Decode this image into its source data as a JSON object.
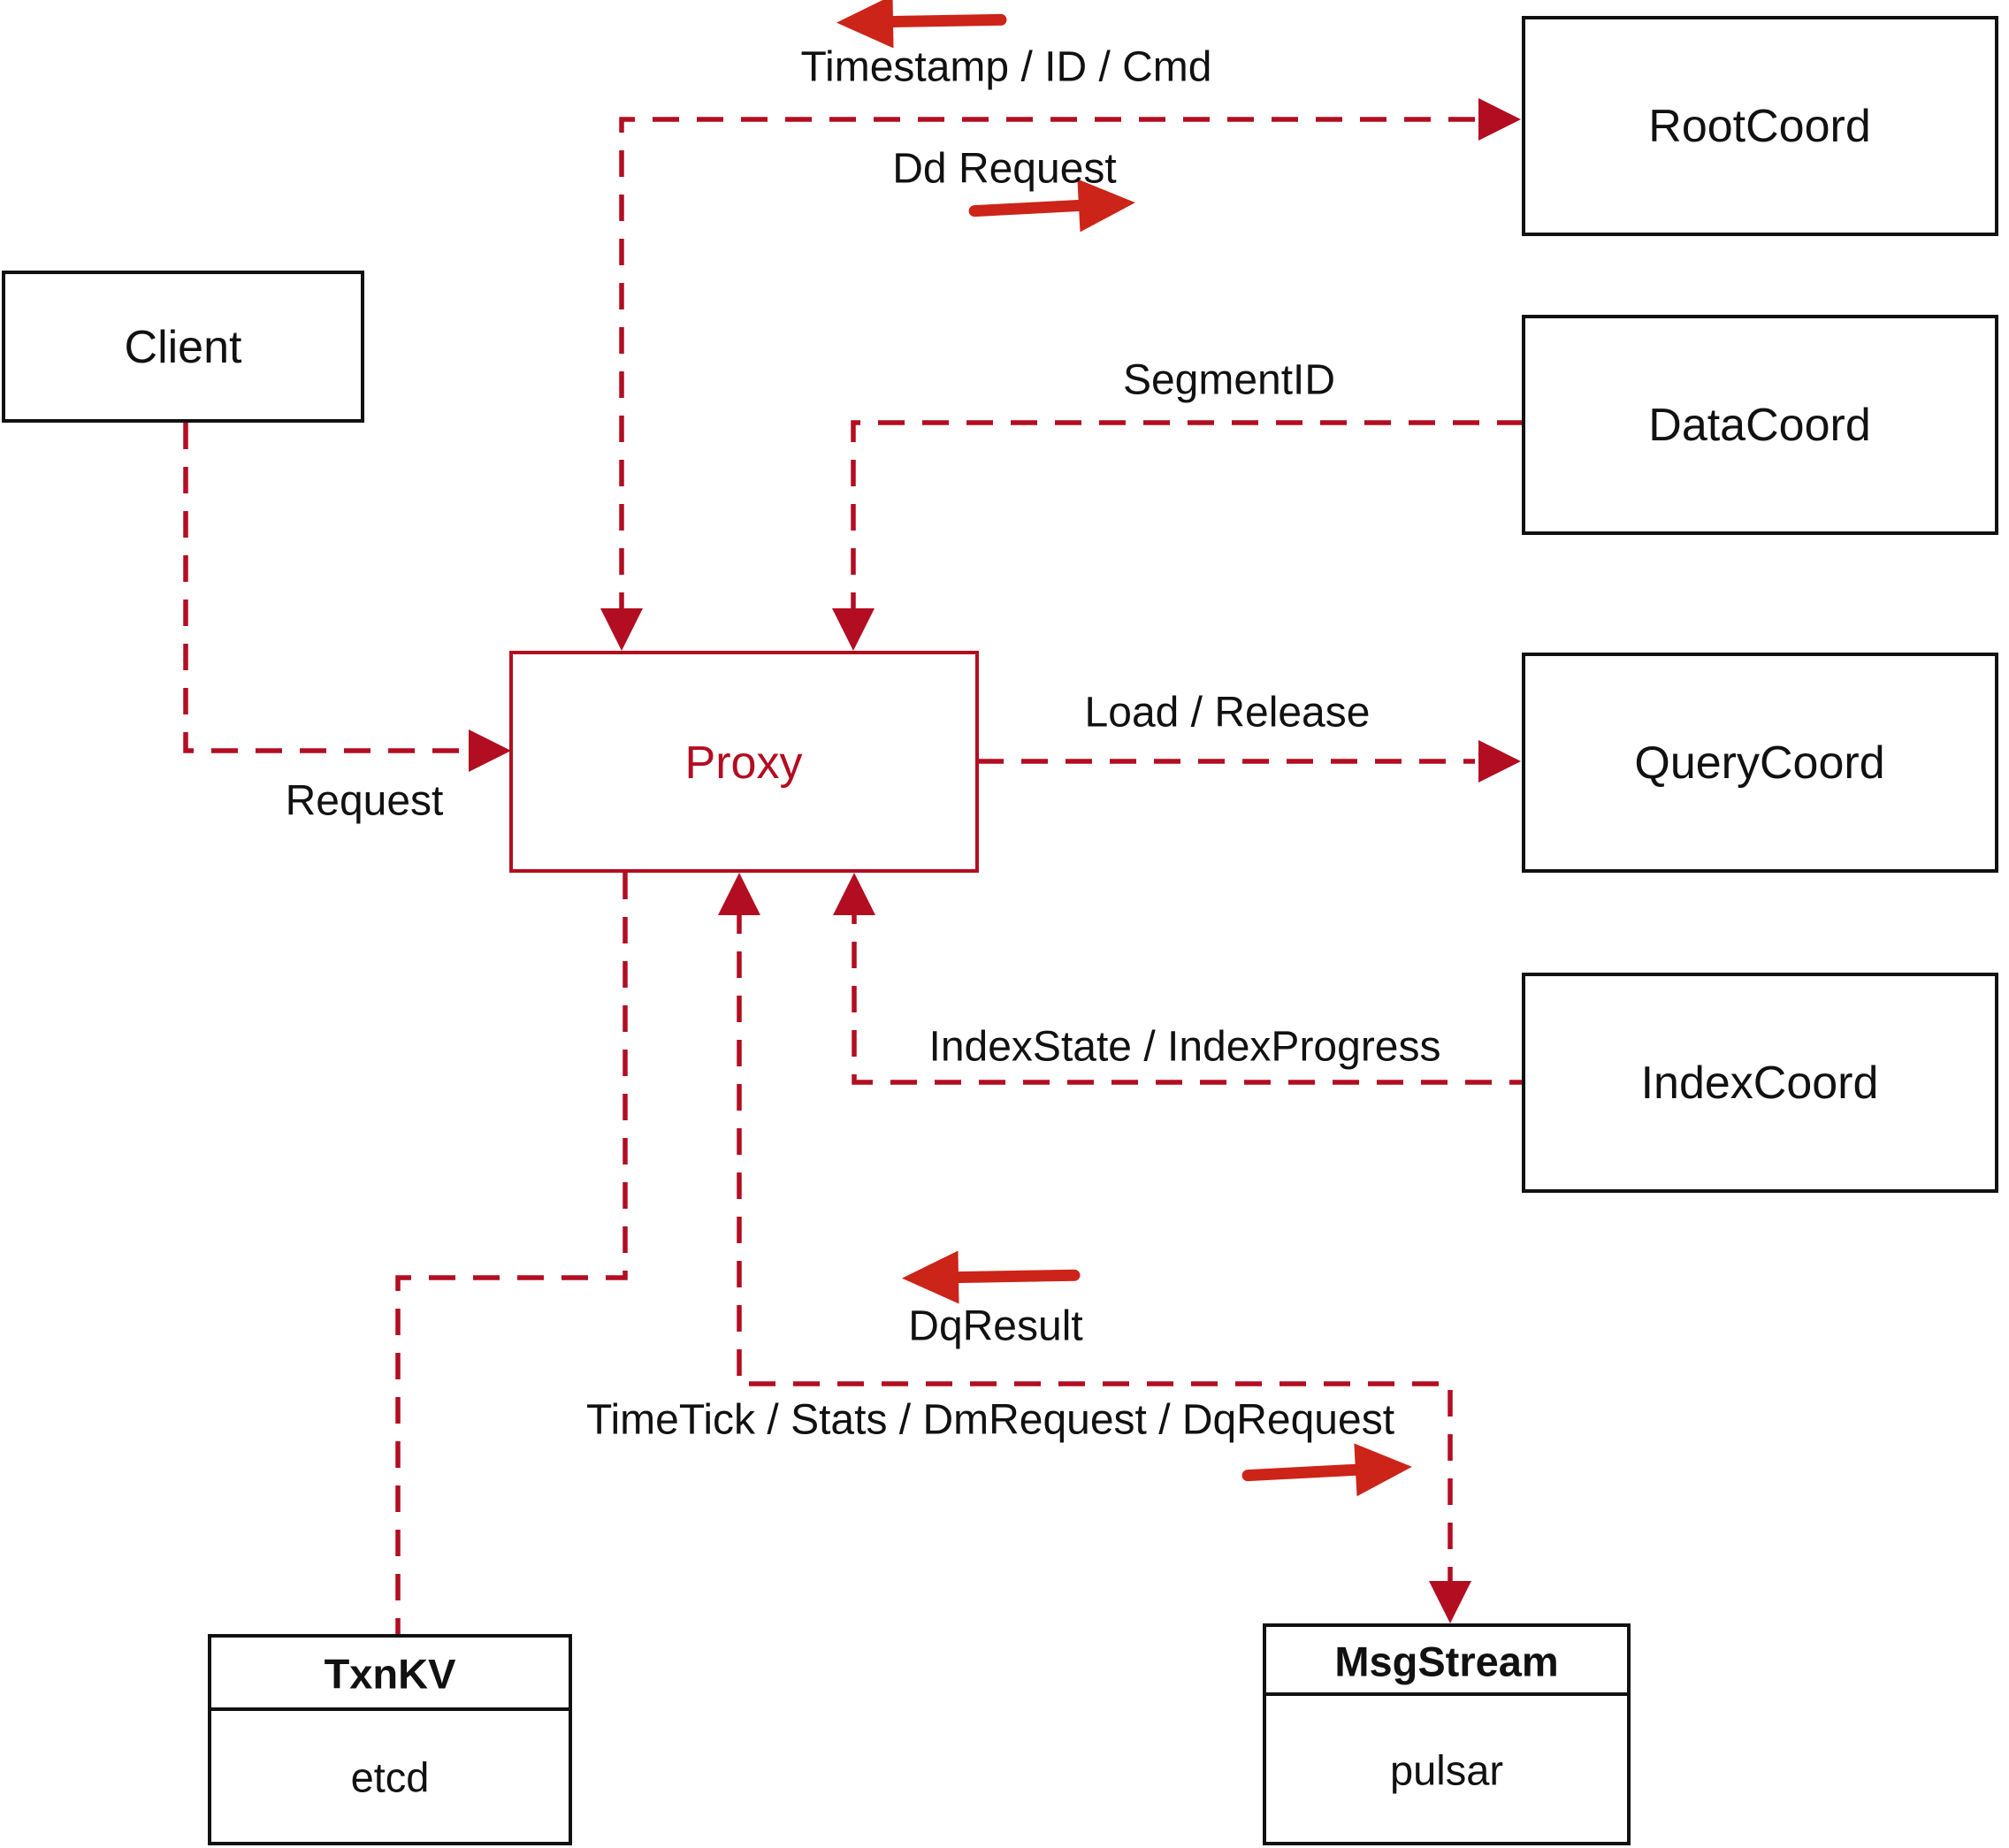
{
  "diagram": {
    "nodes": {
      "client": {
        "label": "Client"
      },
      "root_coord": {
        "label": "RootCoord"
      },
      "data_coord": {
        "label": "DataCoord"
      },
      "query_coord": {
        "label": "QueryCoord"
      },
      "index_coord": {
        "label": "IndexCoord"
      },
      "proxy": {
        "label": "Proxy"
      },
      "txn_kv": {
        "title": "TxnKV",
        "impl": "etcd"
      },
      "msg_stream": {
        "title": "MsgStream",
        "impl": "pulsar"
      }
    },
    "edge_labels": {
      "timestamp_id_cmd": "Timestamp / ID / Cmd",
      "dd_request": "Dd Request",
      "segment_id": "SegmentID",
      "load_release": "Load / Release",
      "index_state_progress": "IndexState / IndexProgress",
      "request": "Request",
      "dq_result": "DqResult",
      "timetick_stats": "TimeTick / Stats / DmRequest / DqRequest"
    },
    "colors": {
      "wire": "#b30d21",
      "solid_arrow": "#cc2418",
      "node_border": "#111111",
      "node_fill": "#ffffff",
      "text": "#111111",
      "background": "#ffffff"
    }
  }
}
